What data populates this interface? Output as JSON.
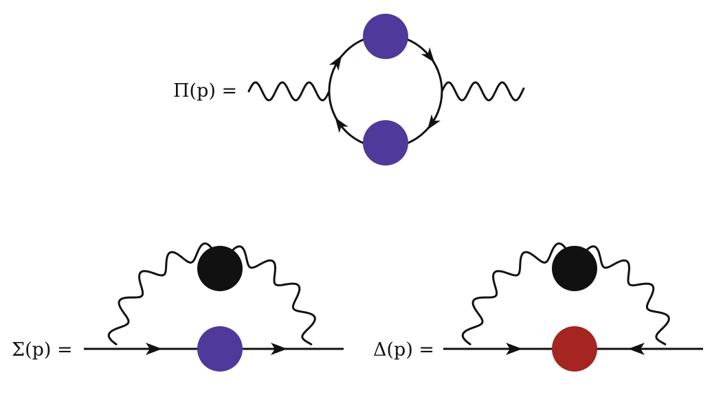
{
  "diagrams": {
    "polarization": {
      "label": "Π(p) ="
    },
    "self_energy": {
      "label": "Σ(p) ="
    },
    "gap": {
      "label": "Δ(p) ="
    }
  },
  "colors": {
    "line": "#111111",
    "propagator_blob": "#4f399b",
    "interaction_blob": "#111111",
    "anomalous_blob": "#a52521",
    "background": "#ffffff"
  }
}
